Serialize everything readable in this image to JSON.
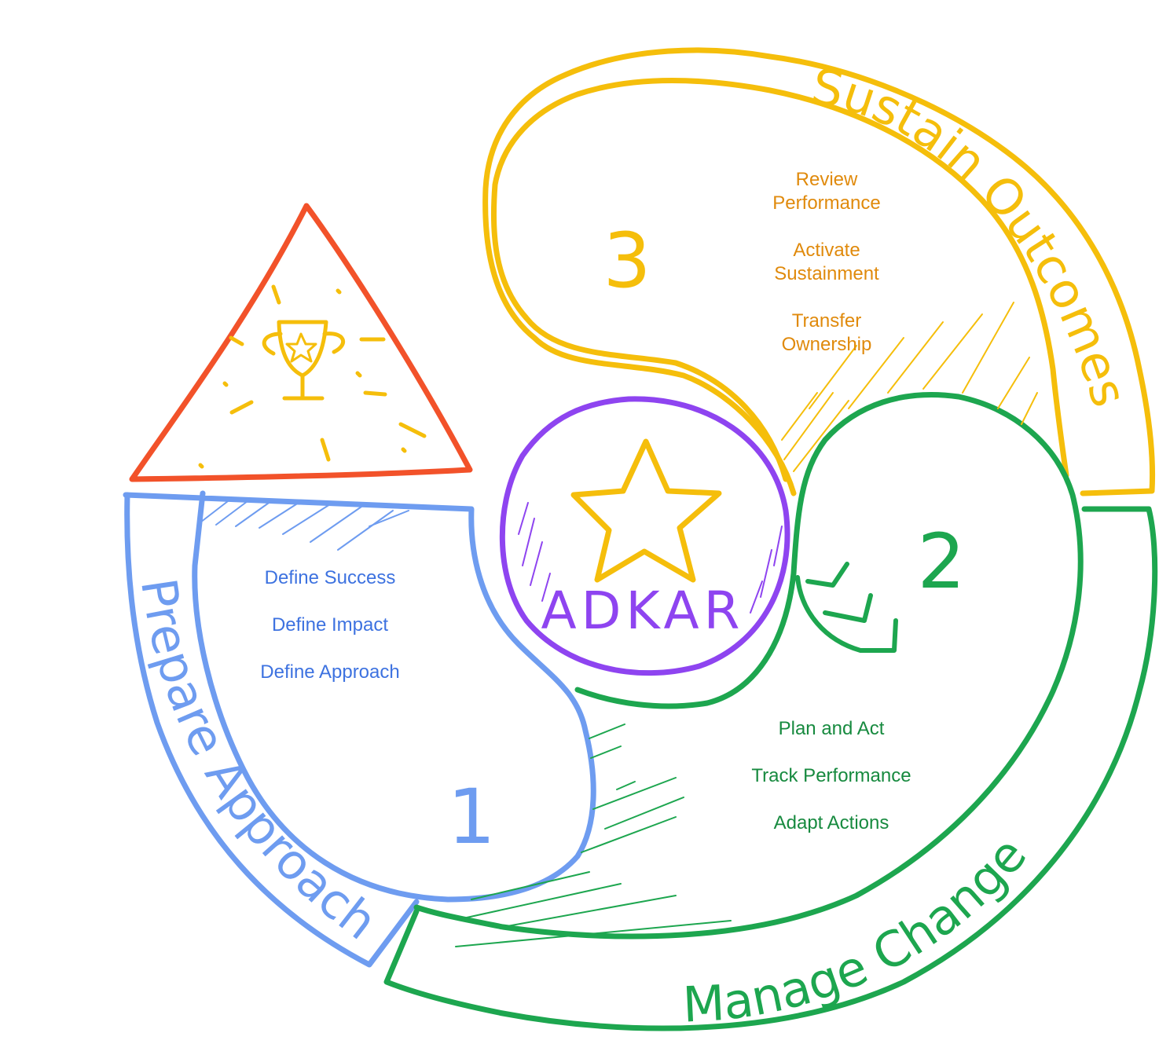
{
  "center": {
    "label": "ADKAR"
  },
  "phases": [
    {
      "number": "1",
      "title": "Prepare Approach",
      "items": [
        "Define Success",
        "Define Impact",
        "Define Approach"
      ]
    },
    {
      "number": "2",
      "title": "Manage Change",
      "items": [
        "Plan and Act",
        "Track Performance",
        "Adapt Actions"
      ]
    },
    {
      "number": "3",
      "title": "Sustain Outcomes",
      "items": [
        "Review",
        "Performance",
        "Activate",
        "Sustainment",
        "Transfer",
        "Ownership"
      ]
    }
  ],
  "colors": {
    "phase1": "#6e9cf0",
    "phase1_text": "#3d72e0",
    "phase2": "#1da64f",
    "phase2_text": "#178a3f",
    "phase3": "#f5be0b",
    "phase3_text": "#e08a0c",
    "center": "#8e44f0",
    "trophy_triangle": "#f2522a"
  },
  "icons": [
    "trophy-icon",
    "star-icon",
    "cycle-arrow-icon"
  ]
}
